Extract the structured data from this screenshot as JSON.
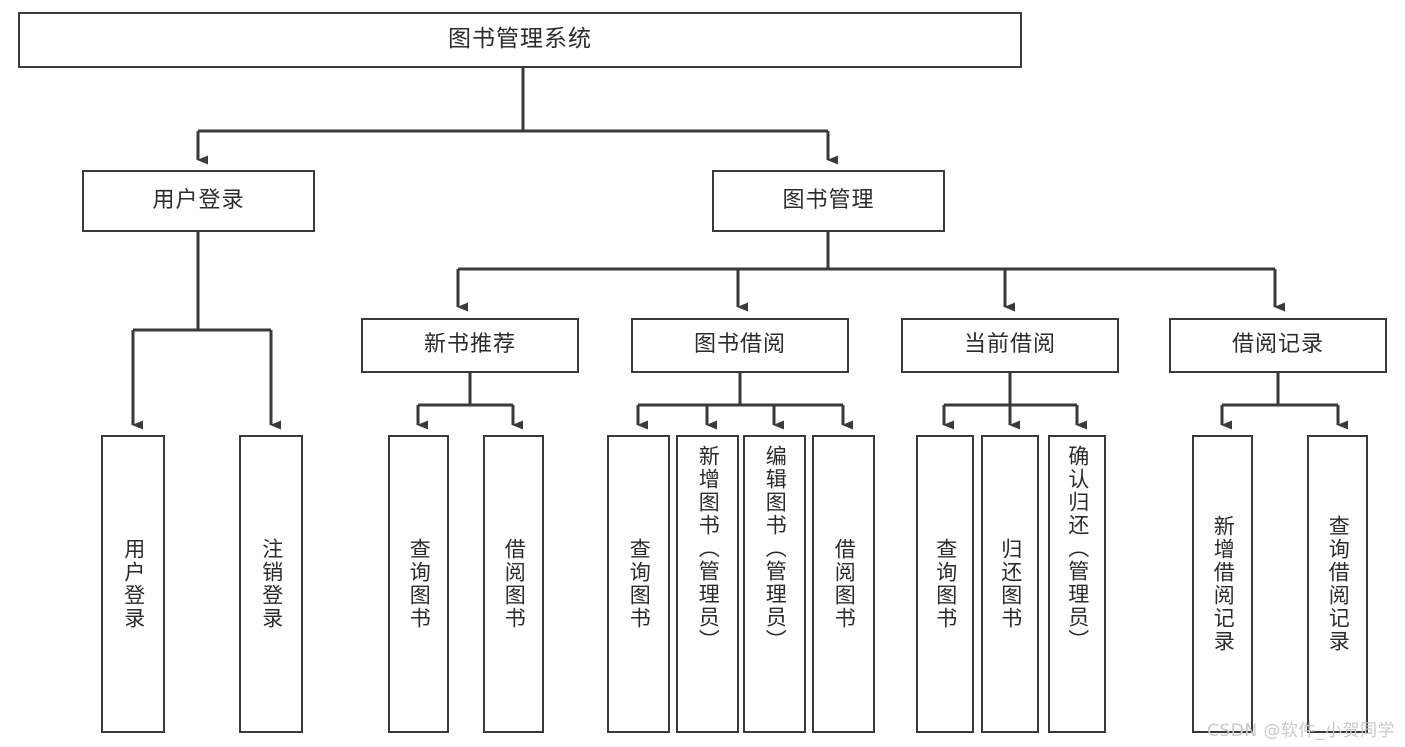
{
  "diagram": {
    "title": "图书管理系统",
    "type": "tree-hierarchy",
    "root": {
      "label": "图书管理系统"
    },
    "level2": [
      {
        "label": "用户登录"
      },
      {
        "label": "图书管理"
      }
    ],
    "level3": [
      {
        "label": "新书推荐"
      },
      {
        "label": "图书借阅"
      },
      {
        "label": "当前借阅"
      },
      {
        "label": "借阅记录"
      }
    ],
    "leaves": {
      "user_login": [
        {
          "label": "用户登录"
        },
        {
          "label": "注销登录"
        }
      ],
      "new_book_recommend": [
        {
          "label": "查询图书"
        },
        {
          "label": "借阅图书"
        }
      ],
      "book_borrow": [
        {
          "label": "查询图书"
        },
        {
          "label": "新增图书（管理员）"
        },
        {
          "label": "编辑图书（管理员）"
        },
        {
          "label": "借阅图书"
        }
      ],
      "current_borrow": [
        {
          "label": "查询图书"
        },
        {
          "label": "归还图书"
        },
        {
          "label": "确认归还（管理员）"
        }
      ],
      "borrow_record": [
        {
          "label": "新增借阅记录"
        },
        {
          "label": "查询借阅记录"
        }
      ]
    }
  },
  "watermark": {
    "text": "CSDN @软件_小贺同学"
  },
  "colors": {
    "border": "#3a3a3a",
    "text": "#2b2b2b",
    "background": "#ffffff",
    "watermark": "#c9c9c9"
  }
}
